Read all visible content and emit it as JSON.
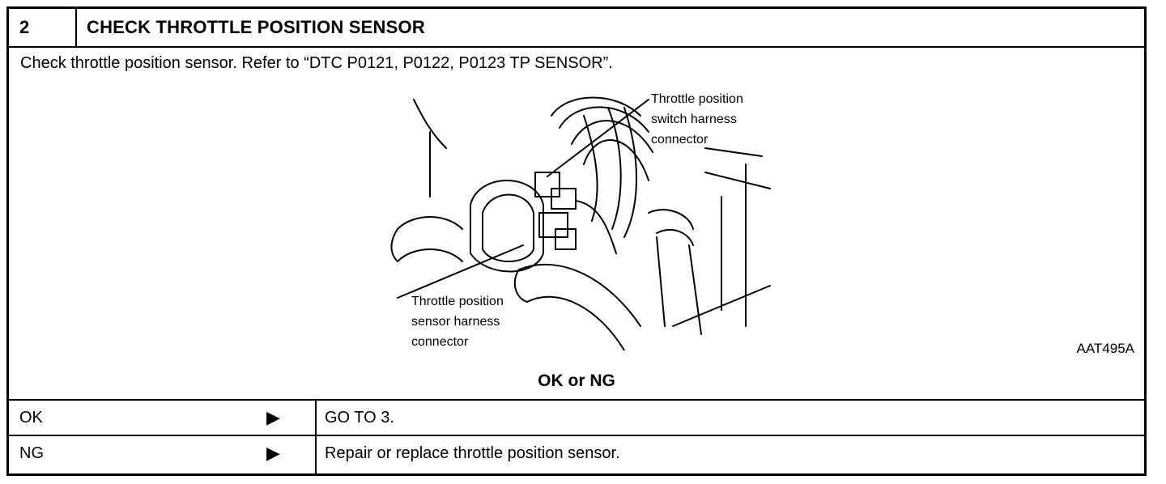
{
  "step": {
    "number": "2",
    "title": "CHECK THROTTLE POSITION SENSOR"
  },
  "instruction": "Check throttle position sensor. Refer to “DTC P0121, P0122, P0123 TP SENSOR”.",
  "figure": {
    "code": "AAT495A",
    "callout_switch": [
      "Throttle position",
      "switch harness",
      "connector"
    ],
    "callout_sensor": [
      "Throttle position",
      "sensor harness",
      "connector"
    ]
  },
  "result_heading": "OK or NG",
  "results": [
    {
      "label": "OK",
      "arrow": "▶",
      "action": "GO TO 3."
    },
    {
      "label": "NG",
      "arrow": "▶",
      "action": "Repair or replace throttle position sensor."
    }
  ]
}
